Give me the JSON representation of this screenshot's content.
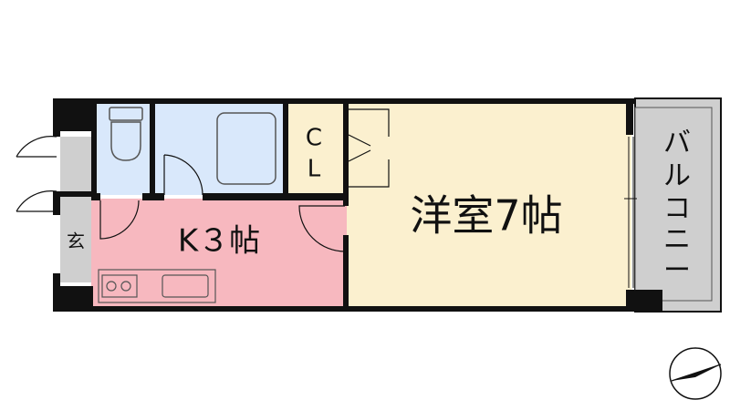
{
  "rooms": {
    "western": "洋室7帖",
    "kitchen": "K３帖",
    "closet": [
      "C",
      "L"
    ],
    "entrance": "玄",
    "balcony": [
      "バ",
      "ル",
      "コ",
      "ニ",
      "ー"
    ]
  },
  "colors": {
    "western": "#fbf0cf",
    "kitchen": "#f7b8bf",
    "wet": "#d9e8fb",
    "balcony": "#cfcfcf",
    "wall": "#111111"
  },
  "icons": [
    "toilet-icon",
    "bathtub-icon",
    "stove-icon",
    "sink-icon",
    "compass-icon"
  ]
}
